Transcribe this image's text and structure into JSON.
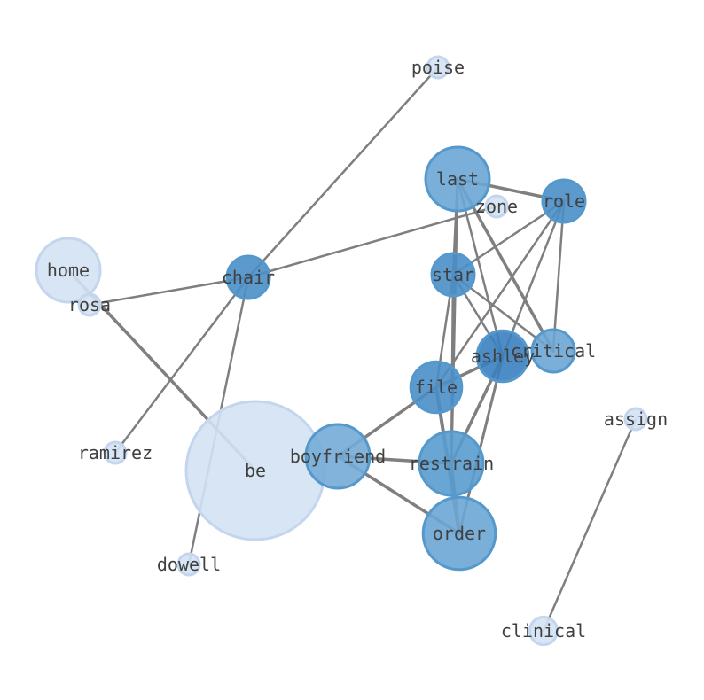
{
  "graph": {
    "edge_color": "#7f7f7f",
    "nodes": [
      {
        "id": "poise",
        "label": "poise",
        "color": "#d3e2f3",
        "weight": 1
      },
      {
        "id": "last",
        "label": "last",
        "color": "#6aa6d4",
        "weight": 3
      },
      {
        "id": "zone",
        "label": "zone",
        "color": "#d3e2f3",
        "weight": 1
      },
      {
        "id": "role",
        "label": "role",
        "color": "#4a8fc8",
        "weight": 2
      },
      {
        "id": "home",
        "label": "home",
        "color": "#d3e2f3",
        "weight": 3
      },
      {
        "id": "chair",
        "label": "chair",
        "color": "#4a8fc8",
        "weight": 2
      },
      {
        "id": "rosa",
        "label": "rosa",
        "color": "#d3e2f3",
        "weight": 1
      },
      {
        "id": "star",
        "label": "star",
        "color": "#4a8fc8",
        "weight": 2
      },
      {
        "id": "critical",
        "label": "critical",
        "color": "#6aa6d4",
        "weight": 2
      },
      {
        "id": "ashley",
        "label": "ashley",
        "color": "#3b7fc0",
        "weight": 2.4
      },
      {
        "id": "file",
        "label": "file",
        "color": "#4a8fc8",
        "weight": 2.4
      },
      {
        "id": "assign",
        "label": "assign",
        "color": "#d3e2f3",
        "weight": 1
      },
      {
        "id": "ramirez",
        "label": "ramirez",
        "color": "#d3e2f3",
        "weight": 1
      },
      {
        "id": "be",
        "label": "be",
        "color": "#d3e2f3",
        "weight": 6.5
      },
      {
        "id": "boyfriend",
        "label": "boyfriend",
        "color": "#74acd7",
        "weight": 3
      },
      {
        "id": "restrain",
        "label": "restrain",
        "color": "#5a9ccf",
        "weight": 3
      },
      {
        "id": "order",
        "label": "order",
        "color": "#6aa6d4",
        "weight": 3.4
      },
      {
        "id": "dowell",
        "label": "dowell",
        "color": "#d3e2f3",
        "weight": 1
      },
      {
        "id": "clinical",
        "label": "clinical",
        "color": "#d3e2f3",
        "weight": 1.3
      }
    ],
    "edges": [
      {
        "source": "poise",
        "target": "chair",
        "weight": 1
      },
      {
        "source": "zone",
        "target": "chair",
        "weight": 1
      },
      {
        "source": "chair",
        "target": "rosa",
        "weight": 1
      },
      {
        "source": "chair",
        "target": "ramirez",
        "weight": 1
      },
      {
        "source": "chair",
        "target": "dowell",
        "weight": 1
      },
      {
        "source": "home",
        "target": "be",
        "weight": 2
      },
      {
        "source": "last",
        "target": "role",
        "weight": 2
      },
      {
        "source": "last",
        "target": "star",
        "weight": 1
      },
      {
        "source": "last",
        "target": "ashley",
        "weight": 1
      },
      {
        "source": "last",
        "target": "critical",
        "weight": 2
      },
      {
        "source": "last",
        "target": "restrain",
        "weight": 1.5
      },
      {
        "source": "role",
        "target": "star",
        "weight": 1
      },
      {
        "source": "role",
        "target": "critical",
        "weight": 1
      },
      {
        "source": "role",
        "target": "ashley",
        "weight": 1
      },
      {
        "source": "role",
        "target": "file",
        "weight": 1
      },
      {
        "source": "star",
        "target": "critical",
        "weight": 1
      },
      {
        "source": "star",
        "target": "ashley",
        "weight": 1
      },
      {
        "source": "star",
        "target": "file",
        "weight": 1
      },
      {
        "source": "star",
        "target": "restrain",
        "weight": 1
      },
      {
        "source": "ashley",
        "target": "file",
        "weight": 2
      },
      {
        "source": "ashley",
        "target": "restrain",
        "weight": 2
      },
      {
        "source": "ashley",
        "target": "order",
        "weight": 1.5
      },
      {
        "source": "file",
        "target": "boyfriend",
        "weight": 2
      },
      {
        "source": "file",
        "target": "order",
        "weight": 2.5
      },
      {
        "source": "boyfriend",
        "target": "restrain",
        "weight": 2
      },
      {
        "source": "boyfriend",
        "target": "order",
        "weight": 2
      },
      {
        "source": "restrain",
        "target": "order",
        "weight": 2
      },
      {
        "source": "assign",
        "target": "clinical",
        "weight": 1
      }
    ]
  }
}
